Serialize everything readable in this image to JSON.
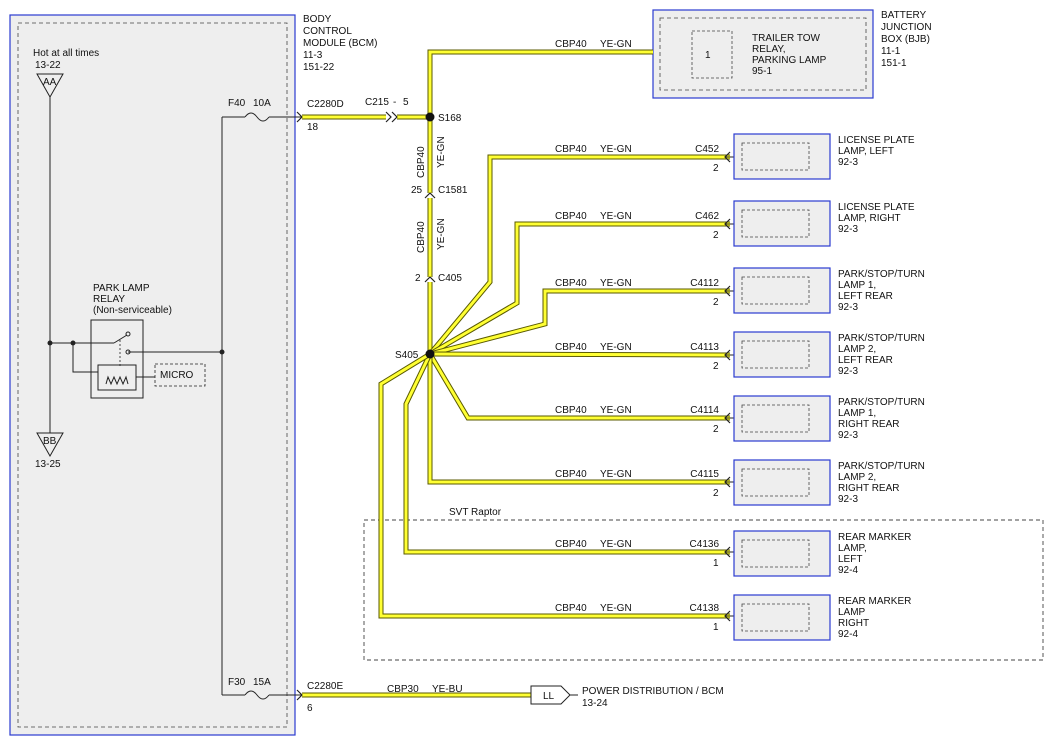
{
  "colors": {
    "wire_fill": "#ffff33",
    "wire_outline": "#5a5a00",
    "module_border": "#2b3bd0",
    "module_fill": "#eeeeee",
    "line": "#222222"
  },
  "bcm": {
    "title": [
      "BODY",
      "CONTROL",
      "MODULE (BCM)"
    ],
    "refs": [
      "11-3",
      "151-22"
    ],
    "hot_label": "Hot at all times",
    "aa_ref": "13-22",
    "aa_label": "AA",
    "bb_label": "BB",
    "bb_ref": "13-25",
    "relay_title": [
      "PARK LAMP",
      "RELAY",
      "(Non-serviceable)"
    ],
    "micro_label": "MICRO",
    "fuse_f40": "F40",
    "fuse_f40_rating": "10A",
    "fuse_f30": "F30",
    "fuse_f30_rating": "15A"
  },
  "bjb": {
    "title": [
      "BATTERY",
      "JUNCTION",
      "BOX (BJB)"
    ],
    "refs": [
      "11-1",
      "151-1"
    ],
    "relay_pin": "1",
    "relay_label": [
      "TRAILER TOW",
      "RELAY,",
      "PARKING LAMP"
    ],
    "relay_ref": "95-1"
  },
  "connectors": {
    "c2280d": "C2280D",
    "c2280d_pin": "18",
    "c215": "C215",
    "c215_pin": "5",
    "s168": "S168",
    "c1581": "C1581",
    "c1581_pin": "25",
    "c405": "C405",
    "c405_pin": "2",
    "s405": "S405",
    "c2280e": "C2280E",
    "c2280e_pin": "6"
  },
  "circuits": {
    "cbp40": "CBP40",
    "ye_gn": "YE-GN",
    "cbp30": "CBP30",
    "ye_bu": "YE-BU"
  },
  "loads": [
    {
      "connector": "C452",
      "pin": "2",
      "label": [
        "LICENSE PLATE",
        "LAMP, LEFT"
      ],
      "ref": "92-3"
    },
    {
      "connector": "C462",
      "pin": "2",
      "label": [
        "LICENSE PLATE",
        "LAMP, RIGHT"
      ],
      "ref": "92-3"
    },
    {
      "connector": "C4112",
      "pin": "2",
      "label": [
        "PARK/STOP/TURN",
        "LAMP 1,",
        "LEFT REAR"
      ],
      "ref": "92-3"
    },
    {
      "connector": "C4113",
      "pin": "2",
      "label": [
        "PARK/STOP/TURN",
        "LAMP 2,",
        "LEFT REAR"
      ],
      "ref": "92-3"
    },
    {
      "connector": "C4114",
      "pin": "2",
      "label": [
        "PARK/STOP/TURN",
        "LAMP 1,",
        "RIGHT REAR"
      ],
      "ref": "92-3"
    },
    {
      "connector": "C4115",
      "pin": "2",
      "label": [
        "PARK/STOP/TURN",
        "LAMP 2,",
        "RIGHT REAR"
      ],
      "ref": "92-3"
    },
    {
      "connector": "C4136",
      "pin": "1",
      "label": [
        "REAR MARKER",
        "LAMP,",
        "LEFT"
      ],
      "ref": "92-4"
    },
    {
      "connector": "C4138",
      "pin": "1",
      "label": [
        "REAR MARKER",
        "LAMP",
        "RIGHT"
      ],
      "ref": "92-4"
    }
  ],
  "option_label": "SVT Raptor",
  "power_dist": {
    "ll_label": "LL",
    "label": "POWER DISTRIBUTION / BCM",
    "ref": "13-24"
  }
}
